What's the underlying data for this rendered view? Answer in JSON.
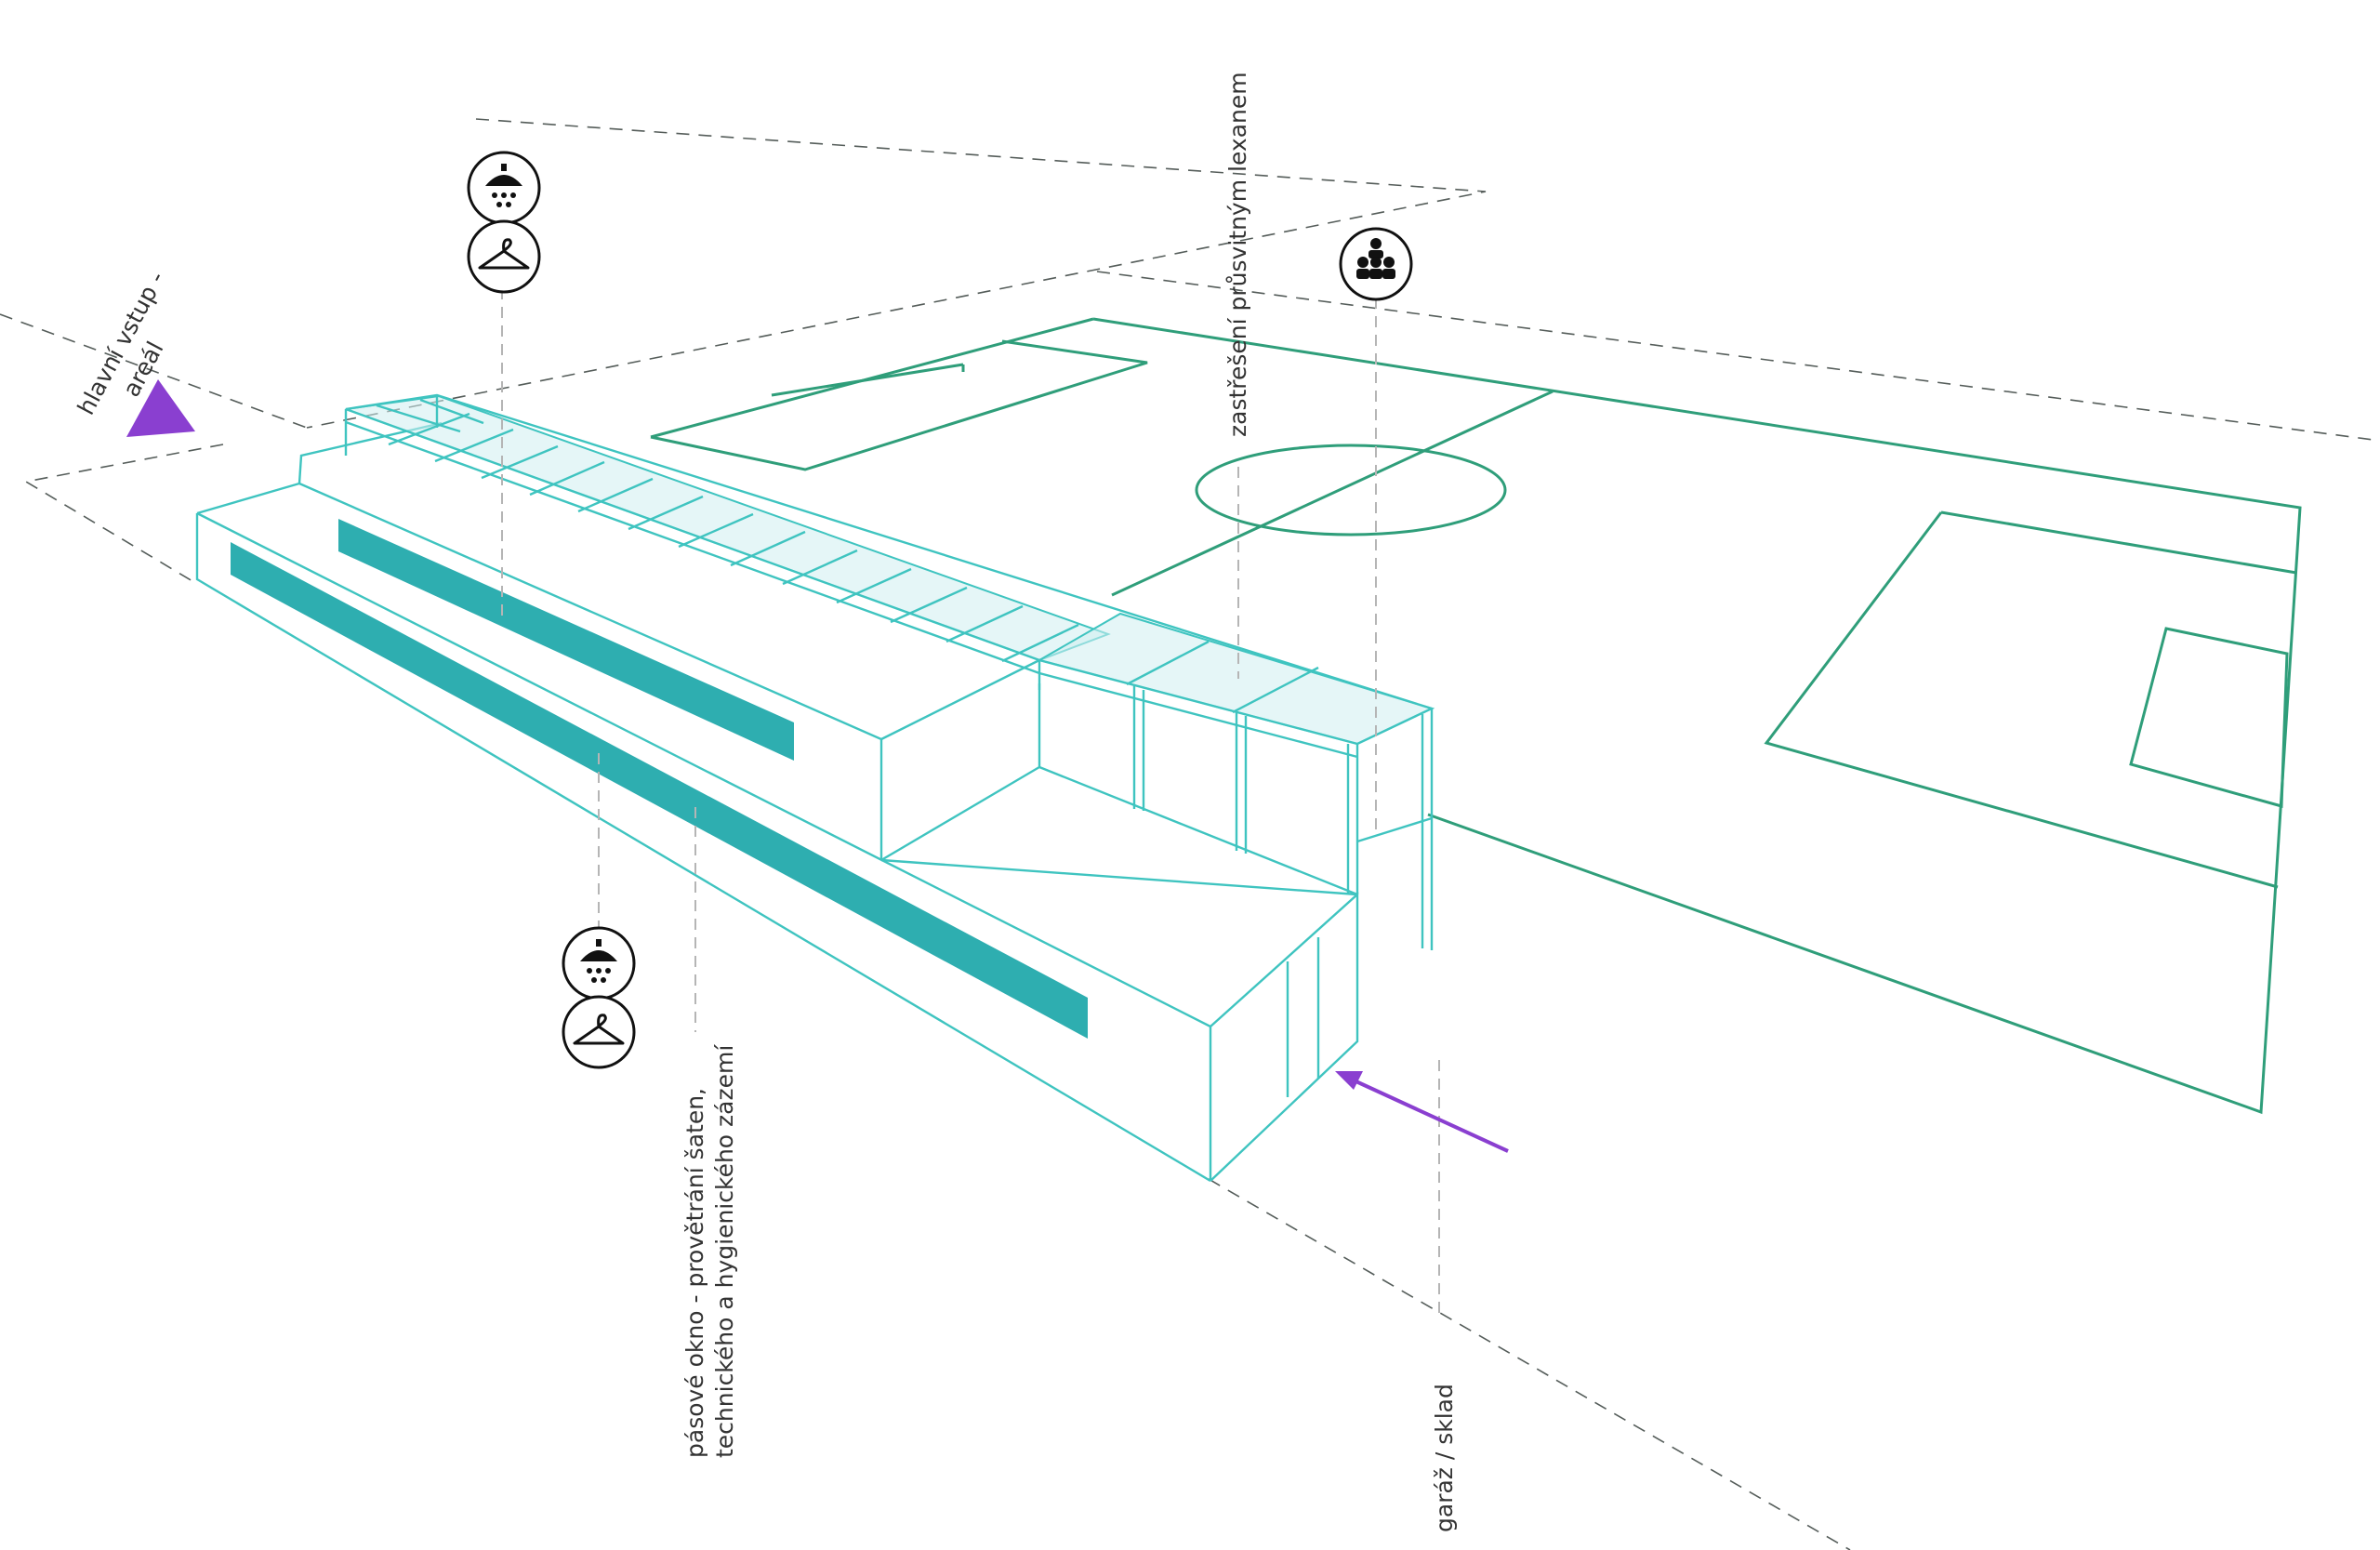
{
  "labels": {
    "main_entrance": "hlavní vstup -\nareál",
    "strip_window": "pásové okno - provětrání šaten,\ntechnického a hygienického zázemí",
    "roofing": "zastřešení průsvitným lexanem",
    "garage": "garáž / sklad"
  },
  "icons": [
    "shower-icon",
    "hanger-icon",
    "audience-icon",
    "entrance-triangle-icon",
    "entry-arrow-icon"
  ],
  "colors": {
    "building": "#3fc4c0",
    "window_band": "#2eaeb0",
    "pitch_lines": "#2f9e7a",
    "accent_purple": "#8a3fd0",
    "guides": "#555d5a",
    "leaders": "#b5b5b5"
  }
}
